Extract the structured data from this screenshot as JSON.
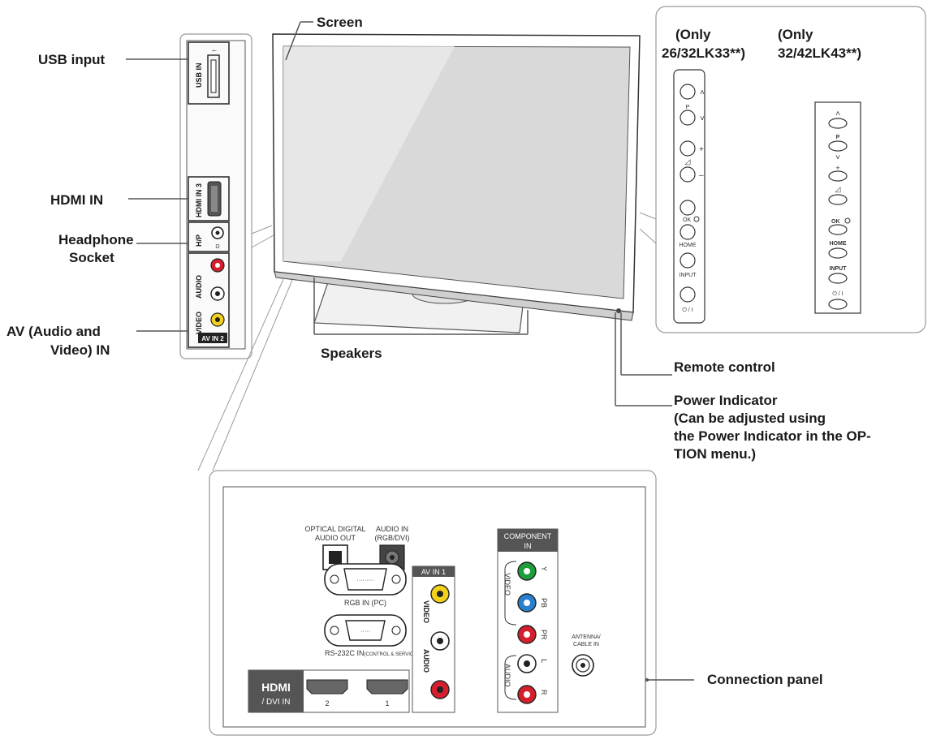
{
  "colors": {
    "line": "#7a7a7a",
    "panel_border": "#9a9a9a",
    "dark": "#3a3a3a",
    "jack_yellow": "#f2d21b",
    "jack_red": "#d61f2c",
    "jack_green": "#1e9d3c",
    "jack_blue": "#2a7fcf",
    "screen_glass": "#dcdcdc"
  },
  "callouts": {
    "screen": "Screen",
    "usb_input": "USB input",
    "hdmi_in": "HDMI IN",
    "headphone_l1": "Headphone",
    "headphone_l2": "Socket",
    "av_in_l1": "AV (Audio and",
    "av_in_l2": "Video) IN",
    "speakers": "Speakers",
    "remote_control": "Remote control",
    "power_l1": "Power Indicator",
    "power_l2": "(Can be adjusted using",
    "power_l3": "the Power Indicator in the OP-",
    "power_l4": "TION menu.)",
    "connection_panel": "Connection panel"
  },
  "side_panel": {
    "usb_label": "USB IN",
    "hdmi_label": "HDMI IN 3",
    "hp_label": "H/P",
    "video_label": "VIDEO",
    "audio_label": "AUDIO",
    "av_label": "AV IN 2"
  },
  "button_panel": {
    "left_heading_l1": "(Only",
    "left_heading_l2": "26/32LK33**)",
    "right_heading_l1": "(Only",
    "right_heading_l2": "32/42LK43**)",
    "p_label": "P",
    "ok_label": "OK",
    "home_label": "HOME",
    "input_label": "INPUT",
    "power_label": "⏻ / I"
  },
  "connection_panel": {
    "optical_l1": "OPTICAL DIGITAL",
    "optical_l2": "AUDIO OUT",
    "audio_in_l1": "AUDIO IN",
    "audio_in_l2": "(RGB/DVI)",
    "rgb_in": "RGB IN (PC)",
    "rs232_main": "RS-232C IN",
    "rs232_sub": "(CONTROL & SERVICE)",
    "av_in1": "AV IN 1",
    "av_video": "VIDEO",
    "av_audio": "AUDIO",
    "component_l1": "COMPONENT",
    "component_l2": "IN",
    "comp_video": "VIDEO",
    "comp_audio": "AUDIO",
    "y": "Y",
    "pb": "PB",
    "pr": "PR",
    "l": "L",
    "r": "R",
    "antenna_l1": "ANTENNA/",
    "antenna_l2": "CABLE IN",
    "hdmi_logo": "HDMI",
    "dvi_in": "/ DVI IN",
    "hdmi_port2": "2",
    "hdmi_port1": "1"
  }
}
